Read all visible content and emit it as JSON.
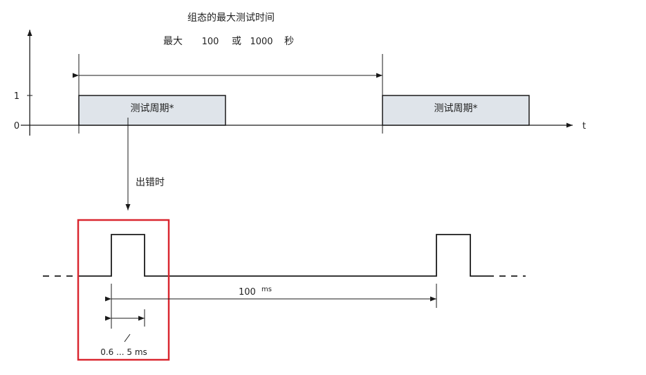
{
  "header": {
    "line1": "组态的最大测试时间",
    "line2_parts": [
      "最大",
      "100",
      "或",
      "1000",
      "秒"
    ]
  },
  "axis": {
    "t_label": "t",
    "y_labels": [
      "1",
      "0"
    ]
  },
  "blocks": [
    {
      "label": "测试周期*"
    },
    {
      "label": "测试周期*"
    }
  ],
  "error_label": "出错时",
  "interval_label": {
    "value": "100",
    "unit": "ms"
  },
  "pulse_label": "0.6 ... 5 ms",
  "colors": {
    "block_fill": "#dfe4ea",
    "highlight": "#d9262f",
    "line": "#1a1a1a"
  }
}
